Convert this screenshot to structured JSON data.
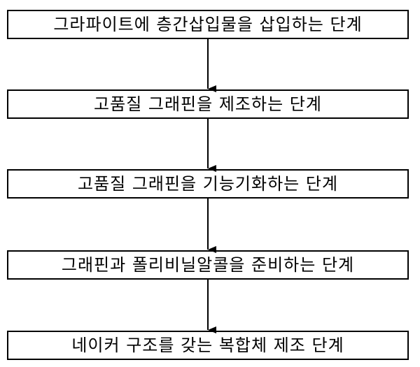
{
  "diagram": {
    "type": "flowchart",
    "line_color": "#000000",
    "steps": [
      {
        "label": "그라파이트에 층간삽입물을 삽입하는 단계"
      },
      {
        "label": "고품질 그래핀을 제조하는 단계"
      },
      {
        "label": "고품질 그래핀을 기능기화하는 단계"
      },
      {
        "label": "그래핀과 폴리비닐알콜을 준비하는 단계"
      },
      {
        "label": "네이커 구조를 갖는 복합체 제조 단계"
      }
    ]
  }
}
